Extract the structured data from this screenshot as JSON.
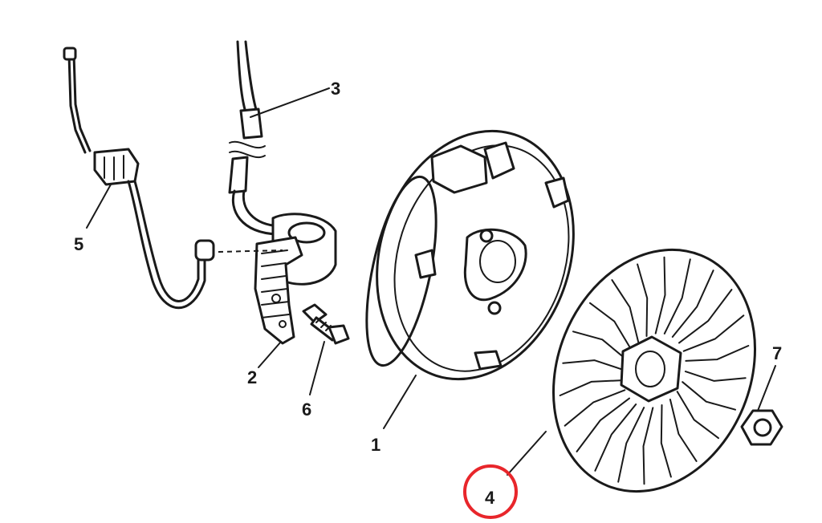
{
  "labels": {
    "part_1": "1",
    "part_2": "2",
    "part_3": "3",
    "part_4": "4",
    "part_5": "5",
    "part_6": "6",
    "part_7": "7"
  },
  "highlight": {
    "part": "4",
    "color": "#e8262b"
  },
  "ink_color": "#1a1a1a"
}
